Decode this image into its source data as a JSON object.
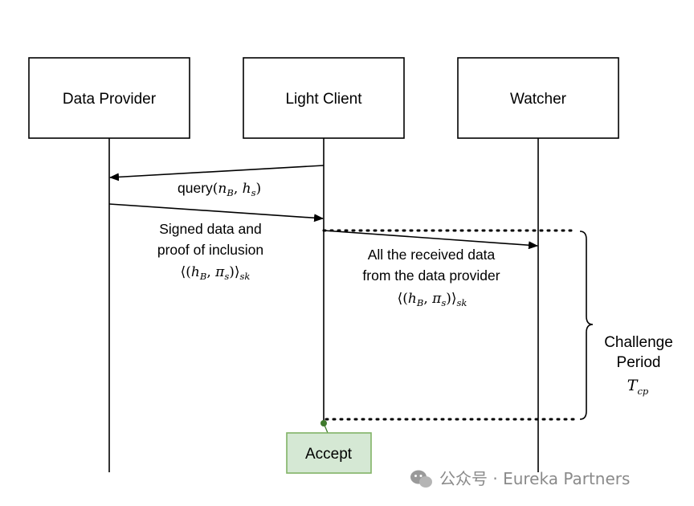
{
  "actors": {
    "data_provider": "Data Provider",
    "light_client": "Light Client",
    "watcher": "Watcher"
  },
  "messages": {
    "query_word": "query",
    "query_args": "n_B, h_s",
    "signed_line1": "Signed data and",
    "signed_line2": "proof of inclusion",
    "received_line1": "All the received data",
    "received_line2": "from the data provider",
    "signed_expr": "⟨(h_B, π_s)⟩_sk"
  },
  "challenge": {
    "line1": "Challenge",
    "line2": "Period",
    "symbol": "T_cp"
  },
  "accept_label": "Accept",
  "watermark": "公众号 · Eureka Partners",
  "colors": {
    "line": "#000000",
    "accept_fill": "#d5e8d4",
    "accept_border": "#82b366",
    "accept_dot": "#3f7a2c",
    "watermark": "#8a8a8a"
  },
  "icons": {
    "watermark_icon": "wechat-icon"
  }
}
